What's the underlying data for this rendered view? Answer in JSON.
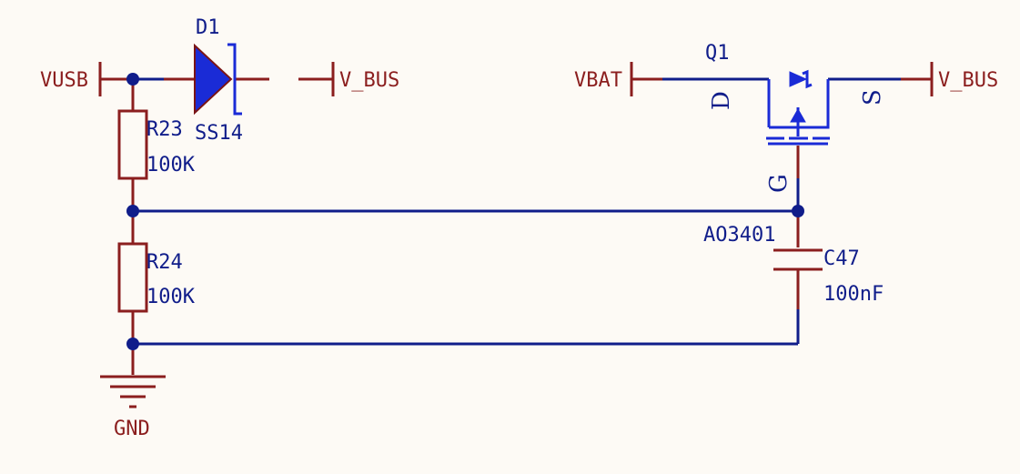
{
  "colors": {
    "background": "#fdfaf5",
    "wire": "#101d8a",
    "pin": "#8b1e1e",
    "label": "#8b1e1e",
    "ref_text": "#101d8a",
    "component": "#1a2bd6",
    "component_stroke": "#7a1515",
    "junction": "#101d8a"
  },
  "ports": {
    "vusb": "VUSB",
    "vbus_diode": "V_BUS",
    "vbat": "VBAT",
    "vbus_fet": "V_BUS",
    "gnd": "GND"
  },
  "d1": {
    "ref": "D1",
    "value": "SS14"
  },
  "q1": {
    "ref": "Q1",
    "value": "AO3401",
    "pin_d": "D",
    "pin_s": "S",
    "pin_g": "G"
  },
  "r23": {
    "ref": "R23",
    "value": "100K"
  },
  "r24": {
    "ref": "R24",
    "value": "100K"
  },
  "c47": {
    "ref": "C47",
    "value": "100nF"
  }
}
